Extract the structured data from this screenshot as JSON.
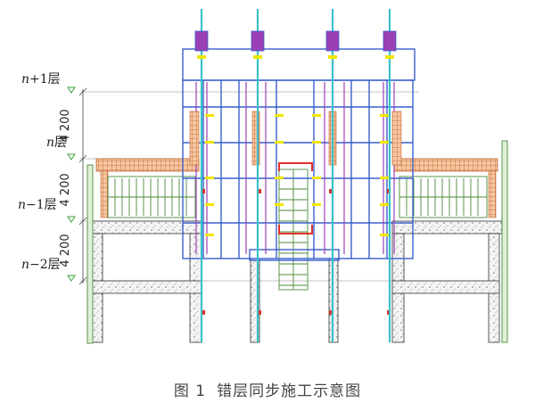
{
  "levels": [
    {
      "var": "n",
      "suffix": "+1层"
    },
    {
      "var": "n",
      "suffix": "层"
    },
    {
      "var": "n",
      "suffix": "−1层"
    },
    {
      "var": "n",
      "suffix": "−2层"
    }
  ],
  "dimensions": [
    "4 200",
    "4 200",
    "4 200"
  ],
  "caption": {
    "figure": "图 1",
    "title": "错层同步施工示意图"
  },
  "colors": {
    "blue": "#3a5fcd",
    "purple": "#9b3fb5",
    "yellow": "#f2e600",
    "red": "#e0302a",
    "green": "#4a8a3a",
    "brick": "#c8703a",
    "concrete": "#8a8a8a",
    "cyan": "#3bc1c9"
  }
}
